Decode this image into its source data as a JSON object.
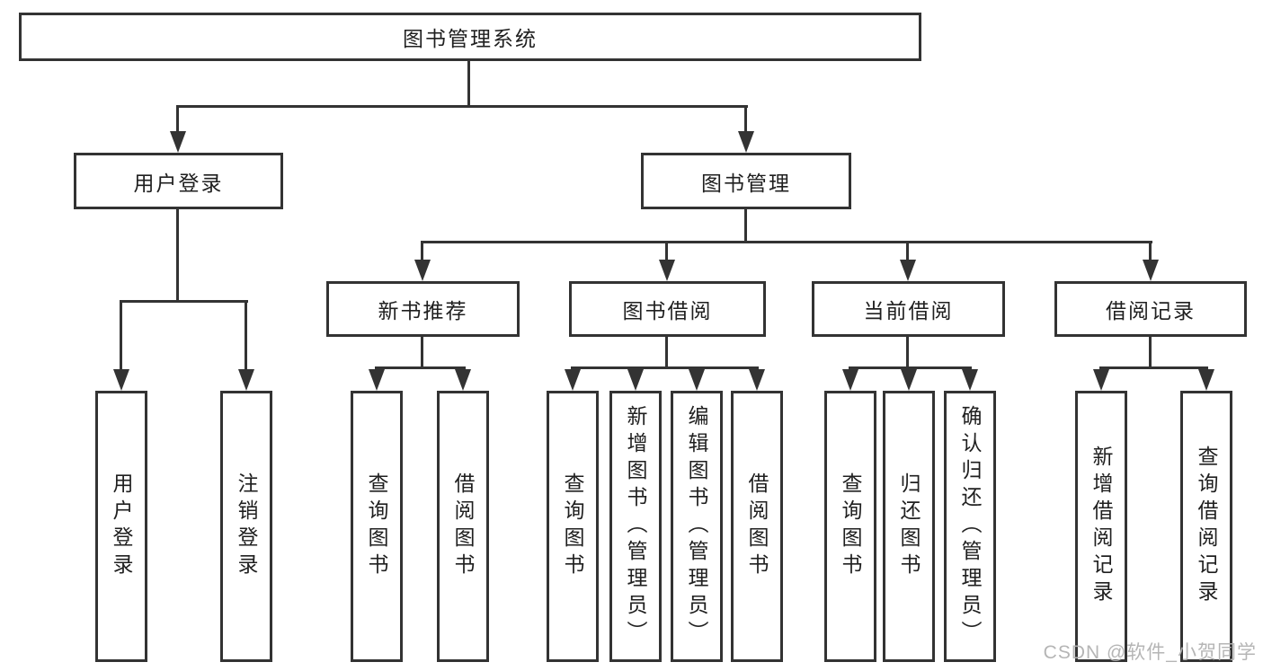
{
  "title": "图书管理系统",
  "nodes": {
    "root": "图书管理系统",
    "level2": [
      "用户登录",
      "图书管理"
    ],
    "level3": [
      "新书推荐",
      "图书借阅",
      "当前借阅",
      "借阅记录"
    ],
    "leaves": [
      "用户登录",
      "注销登录",
      "查询图书",
      "借阅图书",
      "查询图书",
      "新增图书（管理员）",
      "编辑图书（管理员）",
      "借阅图书",
      "查询图书",
      "归还图书",
      "确认归还（管理员）",
      "新增借阅记录",
      "查询借阅记录"
    ]
  },
  "hierarchy": {
    "图书管理系统": [
      "用户登录",
      "图书管理"
    ],
    "用户登录": [
      "用户登录",
      "注销登录"
    ],
    "图书管理": [
      "新书推荐",
      "图书借阅",
      "当前借阅",
      "借阅记录"
    ],
    "新书推荐": [
      "查询图书",
      "借阅图书"
    ],
    "图书借阅": [
      "查询图书",
      "新增图书（管理员）",
      "编辑图书（管理员）",
      "借阅图书"
    ],
    "当前借阅": [
      "查询图书",
      "归还图书",
      "确认归还（管理员）"
    ],
    "借阅记录": [
      "新增借阅记录",
      "查询借阅记录"
    ]
  },
  "watermark": "CSDN @软件_小贺同学",
  "colors": {
    "line": "#333333",
    "box_border": "#333333",
    "box_fill": "#ffffff",
    "text": "#1f1f1f",
    "watermark": "#b2b2b2",
    "background": "#ffffff"
  }
}
